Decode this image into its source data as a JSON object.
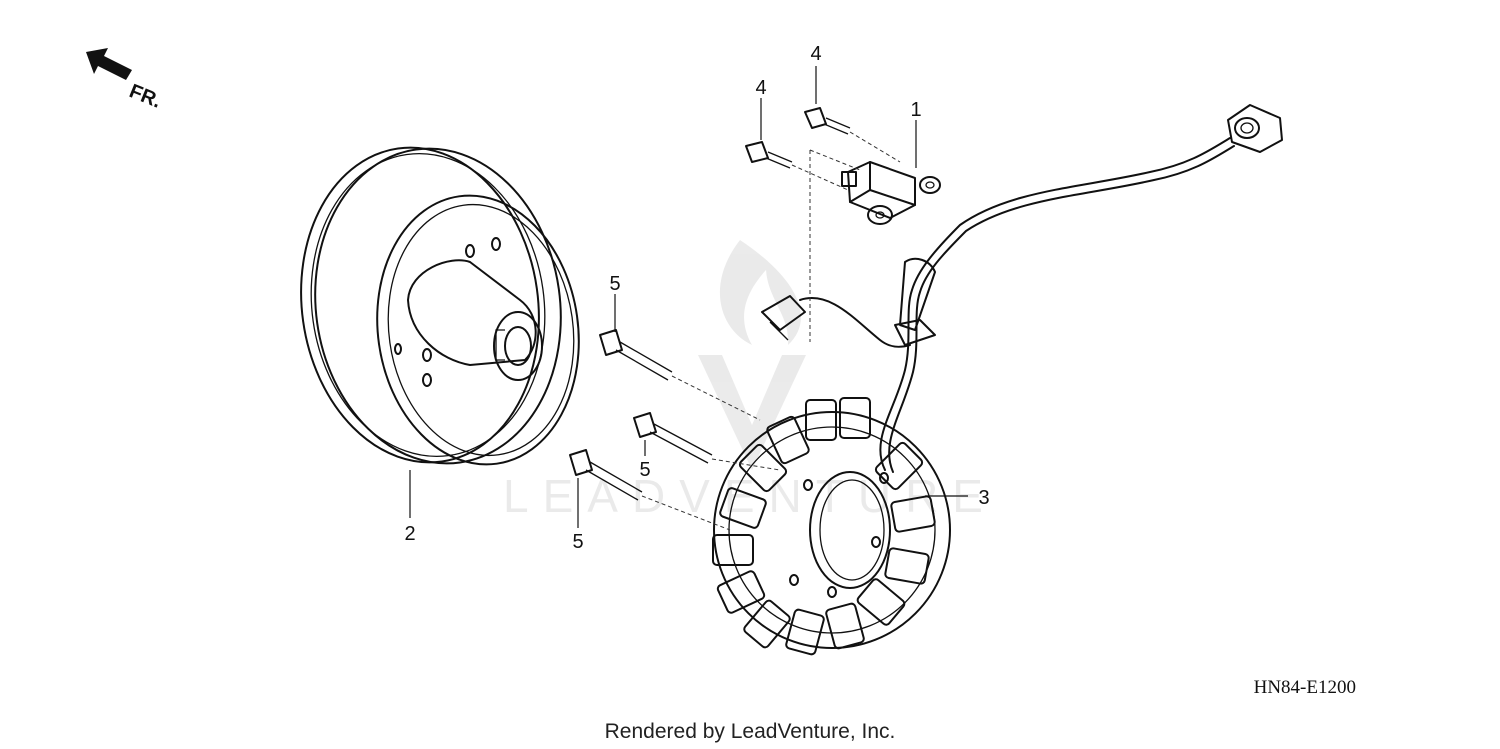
{
  "diagram": {
    "direction_label": "FR.",
    "callouts": {
      "p1": "1",
      "p2": "2",
      "p3": "3",
      "p4a": "4",
      "p4b": "4",
      "p5a": "5",
      "p5b": "5",
      "p5c": "5"
    },
    "diagram_code": "HN84-E1200",
    "credit": "Rendered by LeadVenture, Inc.",
    "watermark": "LEADVENTURE"
  }
}
